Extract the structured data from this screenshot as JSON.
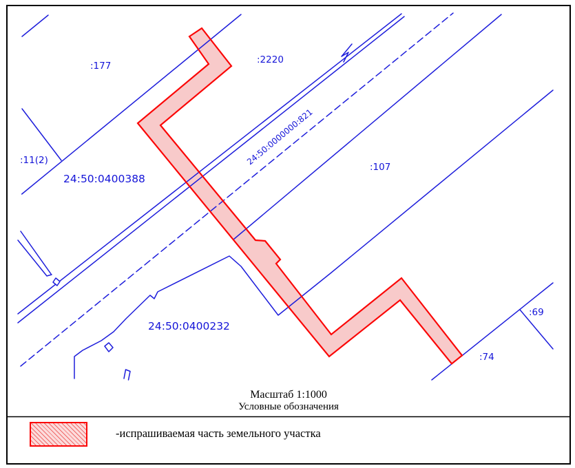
{
  "map": {
    "labels": {
      "p177": ":177",
      "p2220": ":2220",
      "p11_2": ":11(2)",
      "q0400388": "24:50:0400388",
      "q821": "24:50:0000000:821",
      "p107": ":107",
      "q0400232": "24:50:0400232",
      "p74": ":74",
      "p69": ":69"
    }
  },
  "footer": {
    "scale": "Масштаб 1:1000",
    "legend_title": "Условные обозначения",
    "legend_item": "-испрашиваемая часть земельного участка"
  },
  "colors": {
    "boundary_blue": "#1d1ddb",
    "label_blue": "#1414d8",
    "requested_outline_red": "#fb0606",
    "requested_fill_pink": "#f8caca",
    "frame_black": "#000000"
  }
}
